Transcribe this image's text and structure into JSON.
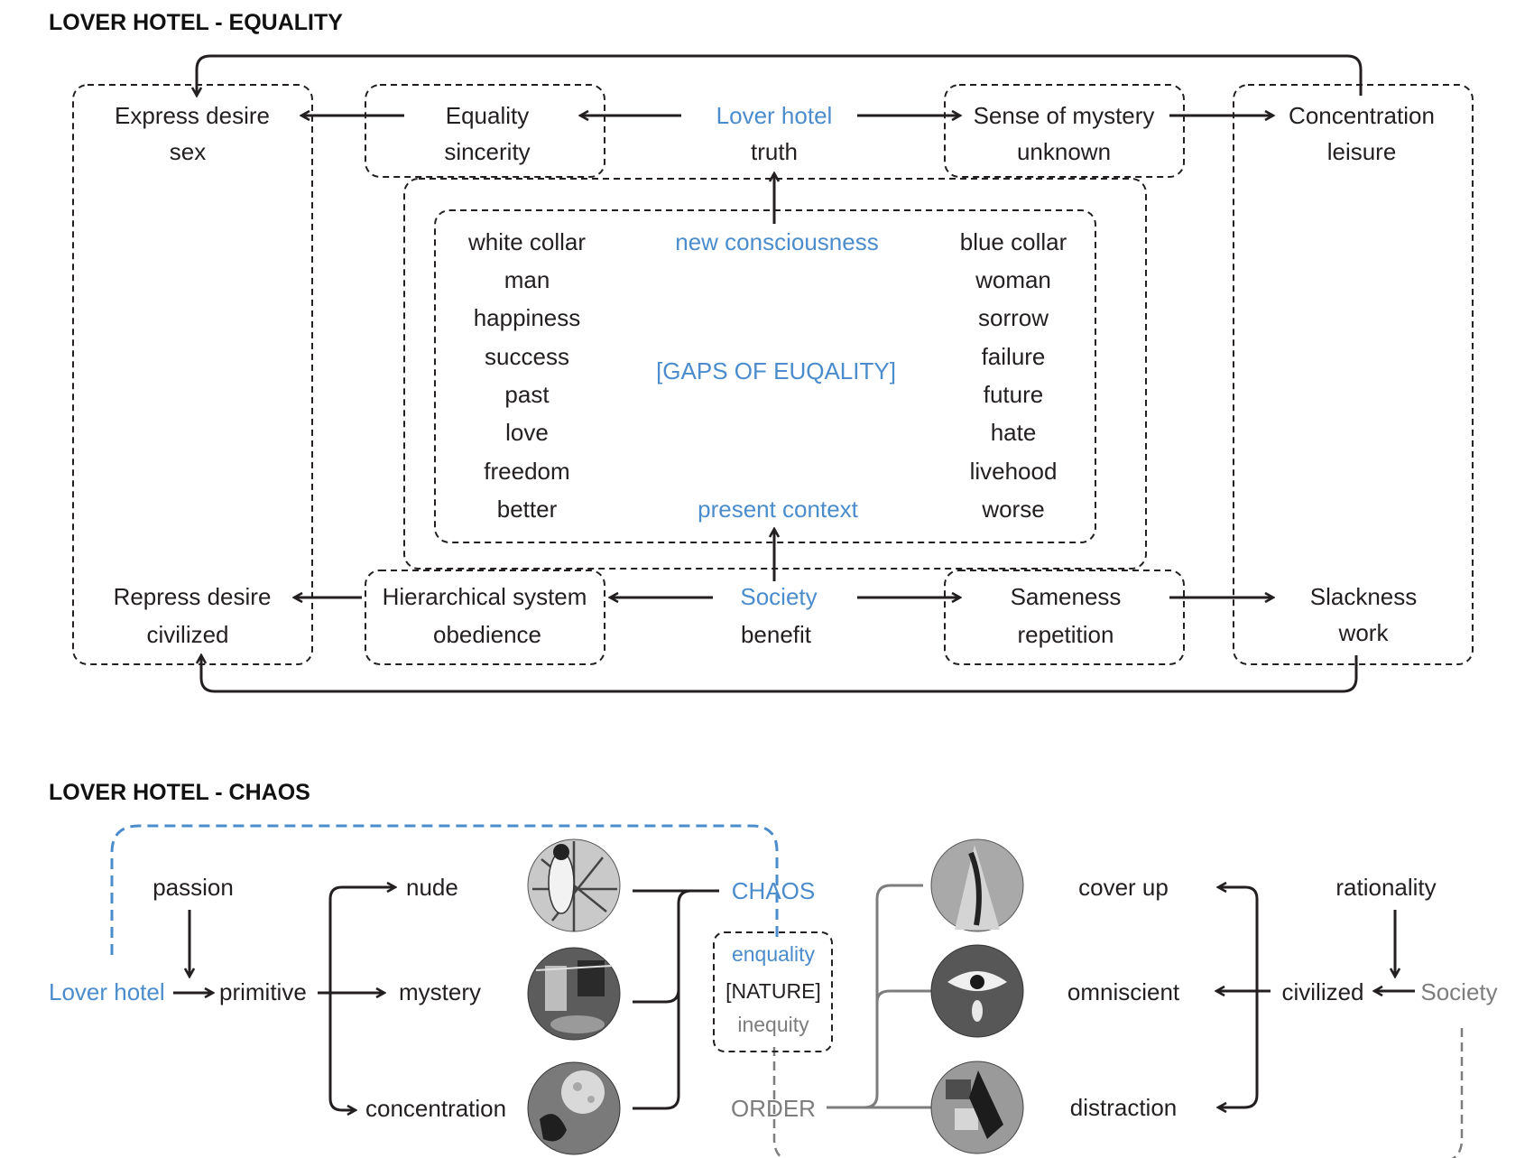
{
  "equality": {
    "title": "LOVER HOTEL - EQUALITY",
    "express": [
      "Express desire",
      "sex"
    ],
    "equality": [
      "Equality",
      "sincerity"
    ],
    "lover_hotel": "Lover hotel",
    "truth": "truth",
    "mystery": [
      "Sense of mystery",
      "unknown"
    ],
    "concentration": [
      "Concentration",
      "leisure"
    ],
    "new_consciousness": "new consciousness",
    "gaps": "[GAPS OF EUQALITY]",
    "present_context": "present context",
    "left_words": [
      "white collar",
      "man",
      "happiness",
      "success",
      "past",
      "love",
      "freedom",
      "better"
    ],
    "right_words": [
      "blue collar",
      "woman",
      "sorrow",
      "failure",
      "future",
      "hate",
      "livehood",
      "worse"
    ],
    "repress": [
      "Repress desire",
      "civilized"
    ],
    "hierarchy": [
      "Hierarchical system",
      "obedience"
    ],
    "society": "Society",
    "benefit": "benefit",
    "sameness": [
      "Sameness",
      "repetition"
    ],
    "slackness": [
      "Slackness",
      "work"
    ]
  },
  "chaos": {
    "title": "LOVER HOTEL - CHAOS",
    "passion": "passion",
    "lover_hotel": "Lover hotel",
    "primitive": "primitive",
    "nude": "nude",
    "mystery": "mystery",
    "concentration": "concentration",
    "chaos": "CHAOS",
    "enquality": "enquality",
    "nature": "[NATURE]",
    "inequity": "inequity",
    "order": "ORDER",
    "cover_up": "cover up",
    "omniscient": "omniscient",
    "distraction": "distraction",
    "rationality": "rationality",
    "civilized": "civilized",
    "society": "Society"
  },
  "colors": {
    "accent_blue": "#4a8ccc",
    "ink": "#231f20",
    "muted_grey": "#7d7d7d"
  }
}
